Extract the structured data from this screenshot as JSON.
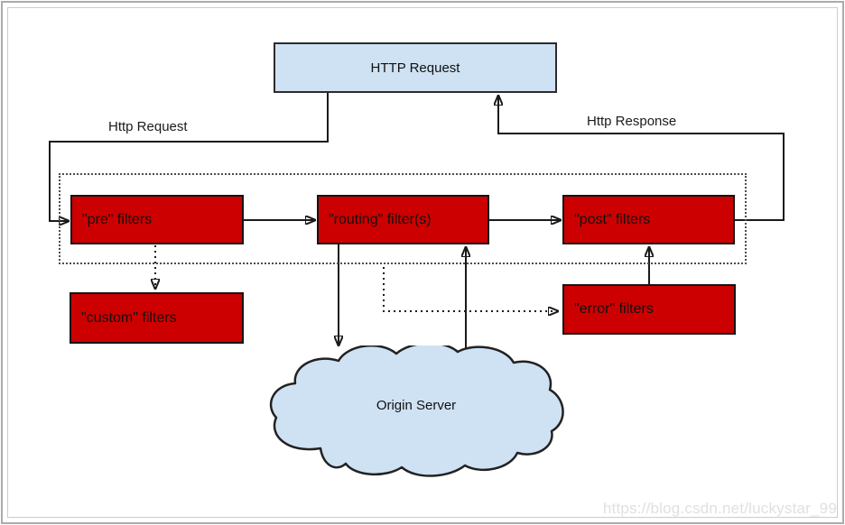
{
  "nodes": {
    "http_request": "HTTP Request",
    "pre": "\"pre\" filters",
    "routing": "\"routing\" filter(s)",
    "post": "\"post\" filters",
    "custom": "\"custom\" filters",
    "error": "\"error\" filters",
    "origin": "Origin Server"
  },
  "edge_labels": {
    "request": "Http Request",
    "response": "Http Response"
  },
  "watermark": "https://blog.csdn.net/luckystar_99",
  "colors": {
    "filter_fill": "#cc0000",
    "box_fill": "#cfe2f3",
    "line": "#1a1a1a",
    "watermark": "#e0e0e0"
  }
}
